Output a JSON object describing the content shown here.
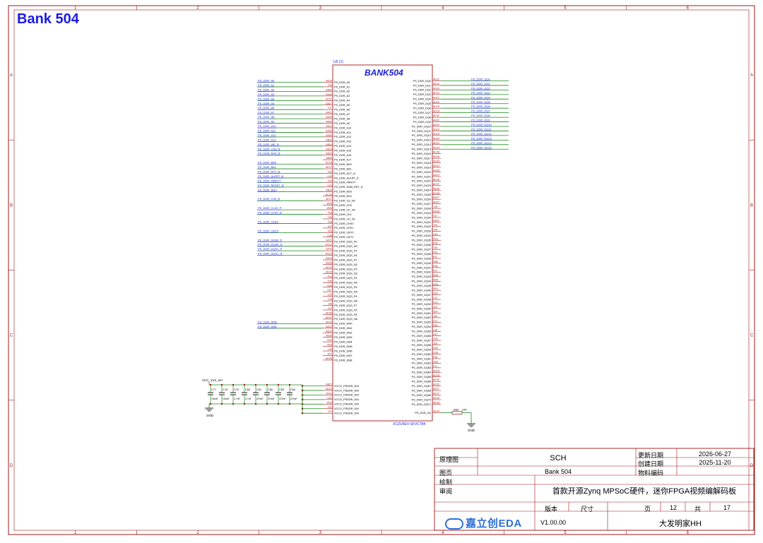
{
  "sheet_title": "Bank 504",
  "symbol": {
    "name": "BANK504",
    "ref": "U5 (1)",
    "part": "XCZU5EV-SFVC784"
  },
  "border": {
    "cols": [
      "1",
      "2",
      "3",
      "4",
      "5",
      "6"
    ],
    "rows": [
      "A",
      "B",
      "C",
      "D"
    ]
  },
  "left_pins": [
    {
      "net": "PS_DDR_A0",
      "num": "AE10",
      "pin": "PS_DDR_A0"
    },
    {
      "net": "PS_DDR_A1",
      "num": "Y26",
      "pin": "PS_DDR_A1"
    },
    {
      "net": "PS_DDR_A2",
      "num": "AB26",
      "pin": "PS_DDR_A2"
    },
    {
      "net": "PS_DDR_A3",
      "num": "AA26",
      "pin": "PS_DDR_A3"
    },
    {
      "net": "PS_DDR_A4",
      "num": "AC27",
      "pin": "PS_DDR_A4"
    },
    {
      "net": "PS_DDR_A5",
      "num": "AA27",
      "pin": "PS_DDR_A5"
    },
    {
      "net": "PS_DDR_A6",
      "num": "Y27",
      "pin": "PS_DDR_A6"
    },
    {
      "net": "PS_DDR_A7",
      "num": "AA23",
      "pin": "PS_DDR_A7"
    },
    {
      "net": "PS_DDR_A8",
      "num": "AA25",
      "pin": "PS_DDR_A8"
    },
    {
      "net": "PS_DDR_A9",
      "num": "AB28",
      "pin": "PS_DDR_A9"
    },
    {
      "net": "PS_DDR_A10",
      "num": "AA24",
      "pin": "PS_DDR_A10"
    },
    {
      "net": "PS_DDR_A11",
      "num": "AA28",
      "pin": "PS_DDR_A11"
    },
    {
      "net": "PS_DDR_A12",
      "num": "AA26",
      "pin": "PS_DDR_A12"
    },
    {
      "net": "PS_DDR_A13",
      "num": "AB26",
      "pin": "PS_DDR_A13"
    },
    {
      "net": "PS_DDR_WE_B",
      "num": "AB24",
      "pin": "PS_DDR_A14"
    },
    {
      "net": "PS_DDR_CAS_B",
      "num": "AA24",
      "pin": "PS_DDR_A15"
    },
    {
      "net": "PS_DDR_RAS_B",
      "num": "AB25",
      "pin": "PS_DDR_A16"
    },
    {
      "net": "",
      "num": "AB26",
      "pin": "PS_DDR_A17"
    },
    {
      "net": "PS_DDR_BA0",
      "num": "AC26",
      "pin": "PS_DDR_BA0"
    },
    {
      "net": "PS_DDR_BA1",
      "num": "AC27",
      "pin": "PS_DDR_BA1"
    },
    {
      "net": "PS_DDR_ACT_B",
      "num": "V23",
      "pin": "PS_DDR_ACT_N"
    },
    {
      "net": "PS_DDR_ALERT_B",
      "num": "U26",
      "pin": "PS_DDR_ALERT_N"
    },
    {
      "net": "PS_DDR_PARITY",
      "num": "V24",
      "pin": "PS_DDR_PARITY"
    },
    {
      "net": "PS_DDR_RESET_B",
      "num": "U23",
      "pin": "PS_DDR_RAM_RST_N"
    },
    {
      "net": "PS_DDR_BG0",
      "num": "AB24",
      "pin": "PS_DDR_BG0"
    },
    {
      "net": "",
      "num": "AC25",
      "pin": "PS_DDR_BG1"
    },
    {
      "net": "PS_DDR_CS0_B",
      "num": "AD27",
      "pin": "PS_DDR_CS_N0"
    },
    {
      "net": "",
      "num": "W25",
      "pin": "PS_DDR_CK0"
    },
    {
      "net": "PS_DDR_CLK0_P",
      "num": "W26",
      "pin": "PS_DDR_CK_N0"
    },
    {
      "net": "PS_DDR_CLK0_N",
      "num": "Y25",
      "pin": "PS_DDR_CK1"
    },
    {
      "net": "",
      "num": "Y26",
      "pin": "PS_DDR_CK_N1"
    },
    {
      "net": "PS_DDR_CKE0",
      "num": "V28",
      "pin": "PS_DDR_CKE0"
    },
    {
      "net": "",
      "num": "V27",
      "pin": "PS_DDR_CKE1"
    },
    {
      "net": "PS_DDR_ODT0",
      "num": "V26",
      "pin": "PS_DDR_ODT0"
    },
    {
      "net": "",
      "num": "U28",
      "pin": "PS_DDR_ODT1"
    },
    {
      "net": "PS_DDR_DQS0_P",
      "num": "AF21",
      "pin": "PS_DDR_DQS_P0"
    },
    {
      "net": "PS_DDR_DQS0_N",
      "num": "AG21",
      "pin": "PS_DDR_DQS_N0"
    },
    {
      "net": "PS_DDR_DQS1_P",
      "num": "AF23",
      "pin": "PS_DDR_DQS_P1"
    },
    {
      "net": "PS_DDR_DQS1_N",
      "num": "AG23",
      "pin": "PS_DDR_DQS_N1"
    },
    {
      "net": "",
      "num": "AE25",
      "pin": "PS_DDR_DQS_P2"
    },
    {
      "net": "",
      "num": "AE26",
      "pin": "PS_DDR_DQS_N2"
    },
    {
      "net": "",
      "num": "AC23",
      "pin": "PS_DDR_DQS_P3"
    },
    {
      "net": "",
      "num": "AD23",
      "pin": "PS_DDR_DQS_N3"
    },
    {
      "net": "",
      "num": "P24",
      "pin": "PS_DDR_DQS_P4"
    },
    {
      "net": "",
      "num": "P25",
      "pin": "PS_DDR_DQS_N4"
    },
    {
      "net": "",
      "num": "N26",
      "pin": "PS_DDR_DQS_P5"
    },
    {
      "net": "",
      "num": "N27",
      "pin": "PS_DDR_DQS_N5"
    },
    {
      "net": "",
      "num": "L24",
      "pin": "PS_DDR_DQS_P6"
    },
    {
      "net": "",
      "num": "L25",
      "pin": "PS_DDR_DQS_N6"
    },
    {
      "net": "",
      "num": "J26",
      "pin": "PS_DDR_DQS_P7"
    },
    {
      "net": "",
      "num": "J27",
      "pin": "PS_DDR_DQS_N7"
    },
    {
      "net": "",
      "num": "AH26",
      "pin": "PS_DDR_DQS_P8"
    },
    {
      "net": "",
      "num": "AH27",
      "pin": "PS_DDR_DQS_N8"
    },
    {
      "net": "PS_DDR_DM0",
      "num": "AD20",
      "pin": "PS_DDR_DM0"
    },
    {
      "net": "PS_DDR_DM1",
      "num": "AE22",
      "pin": "PS_DDR_DM1"
    },
    {
      "net": "",
      "num": "AE24",
      "pin": "PS_DDR_DM2"
    },
    {
      "net": "",
      "num": "AE28",
      "pin": "PS_DDR_DM3"
    },
    {
      "net": "",
      "num": "R24",
      "pin": "PS_DDR_DM4"
    },
    {
      "net": "",
      "num": "N25",
      "pin": "PS_DDR_DM5"
    },
    {
      "net": "",
      "num": "L26",
      "pin": "PS_DDR_DM6"
    },
    {
      "net": "",
      "num": "K27",
      "pin": "PS_DDR_DM7"
    },
    {
      "net": "",
      "num": "AH25",
      "pin": "PS_DDR_DM8"
    }
  ],
  "vcc_pins": [
    {
      "num": "AB22",
      "pin": "VCCO_PSDDR_504"
    },
    {
      "num": "AD23",
      "pin": "VCCO_PSDDR_504"
    },
    {
      "num": "AF23",
      "pin": "VCCO_PSDDR_504"
    },
    {
      "num": "U22",
      "pin": "VCCO_PSDDR_504"
    },
    {
      "num": "W25",
      "pin": "VCCO_PSDDR_504"
    },
    {
      "num": "Y22",
      "pin": "VCCO_PSDDR_504"
    },
    {
      "num": "Y27",
      "pin": "VCCO_PSDDR_504"
    }
  ],
  "right_pins": [
    {
      "pin": "PS_DDR_DQ0",
      "num": "AD21",
      "net": "PS_DDR_DQ0"
    },
    {
      "pin": "PS_DDR_DQ1",
      "num": "AE20",
      "net": "PS_DDR_DQ1"
    },
    {
      "pin": "PS_DDR_DQ2",
      "num": "AD20",
      "net": "PS_DDR_DQ2"
    },
    {
      "pin": "PS_DDR_DQ3",
      "num": "AF20",
      "net": "PS_DDR_DQ3"
    },
    {
      "pin": "PS_DDR_DQ4",
      "num": "AH21",
      "net": "PS_DDR_DQ4"
    },
    {
      "pin": "PS_DDR_DQ5",
      "num": "AH20",
      "net": "PS_DDR_DQ5"
    },
    {
      "pin": "PS_DDR_DQ6",
      "num": "AH19",
      "net": "PS_DDR_DQ6"
    },
    {
      "pin": "PS_DDR_DQ7",
      "num": "AG19",
      "net": "PS_DDR_DQ7"
    },
    {
      "pin": "PS_DDR_DQ8",
      "num": "AF22",
      "net": "PS_DDR_DQ8"
    },
    {
      "pin": "PS_DDR_DQ9",
      "num": "AH22",
      "net": "PS_DDR_DQ9"
    },
    {
      "pin": "PS_DDR_DQ10",
      "num": "AE22",
      "net": "PS_DDR_DQ10"
    },
    {
      "pin": "PS_DDR_DQ11",
      "num": "AD22",
      "net": "PS_DDR_DQ11"
    },
    {
      "pin": "PS_DDR_DQ12",
      "num": "AH23",
      "net": "PS_DDR_DQ12"
    },
    {
      "pin": "PS_DDR_DQ13",
      "num": "AH24",
      "net": "PS_DDR_DQ13"
    },
    {
      "pin": "PS_DDR_DQ14",
      "num": "AE24",
      "net": "PS_DDR_DQ14"
    },
    {
      "pin": "PS_DDR_DQ15",
      "num": "AG24",
      "net": "PS_DDR_DQ15"
    },
    {
      "pin": "PS_DDR_DQ16",
      "num": "AC26",
      "net": ""
    },
    {
      "pin": "PS_DDR_DQ17",
      "num": "AD26",
      "net": ""
    },
    {
      "pin": "PS_DDR_DQ18",
      "num": "AD25",
      "net": ""
    },
    {
      "pin": "PS_DDR_DQ19",
      "num": "AD24",
      "net": ""
    },
    {
      "pin": "PS_DDR_DQ20",
      "num": "AG28",
      "net": ""
    },
    {
      "pin": "PS_DDR_DQ21",
      "num": "AG27",
      "net": ""
    },
    {
      "pin": "PS_DDR_DQ22",
      "num": "AF28",
      "net": ""
    },
    {
      "pin": "PS_DDR_DQ23",
      "num": "AF27",
      "net": ""
    },
    {
      "pin": "PS_DDR_DQ24",
      "num": "AB28",
      "net": ""
    },
    {
      "pin": "PS_DDR_DQ25",
      "num": "AC28",
      "net": ""
    },
    {
      "pin": "PS_DDR_DQ26",
      "num": "AB27",
      "net": ""
    },
    {
      "pin": "PS_DDR_DQ27",
      "num": "AD27",
      "net": ""
    },
    {
      "pin": "PS_DDR_DQ28",
      "num": "Y28",
      "net": ""
    },
    {
      "pin": "PS_DDR_DQ29",
      "num": "AA28",
      "net": ""
    },
    {
      "pin": "PS_DDR_DQ30",
      "num": "Y27",
      "net": ""
    },
    {
      "pin": "PS_DDR_DQ31",
      "num": "AA27",
      "net": ""
    },
    {
      "pin": "PS_DDR_DQ32",
      "num": "T23",
      "net": ""
    },
    {
      "pin": "PS_DDR_DQ33",
      "num": "T24",
      "net": ""
    },
    {
      "pin": "PS_DDR_DQ34",
      "num": "U24",
      "net": ""
    },
    {
      "pin": "PS_DDR_DQ35",
      "num": "R23",
      "net": ""
    },
    {
      "pin": "PS_DDR_DQ36",
      "num": "R26",
      "net": ""
    },
    {
      "pin": "PS_DDR_DQ37",
      "num": "T26",
      "net": ""
    },
    {
      "pin": "PS_DDR_DQ38",
      "num": "P26",
      "net": ""
    },
    {
      "pin": "PS_DDR_DQ39",
      "num": "R27",
      "net": ""
    },
    {
      "pin": "PS_DDR_DQ40",
      "num": "N28",
      "net": ""
    },
    {
      "pin": "PS_DDR_DQ41",
      "num": "P28",
      "net": ""
    },
    {
      "pin": "PS_DDR_DQ42",
      "num": "P27",
      "net": ""
    },
    {
      "pin": "PS_DDR_DQ43",
      "num": "M28",
      "net": ""
    },
    {
      "pin": "PS_DDR_DQ44",
      "num": "M25",
      "net": ""
    },
    {
      "pin": "PS_DDR_DQ45",
      "num": "M26",
      "net": ""
    },
    {
      "pin": "PS_DDR_DQ46",
      "num": "M24",
      "net": ""
    },
    {
      "pin": "PS_DDR_DQ47",
      "num": "N24",
      "net": ""
    },
    {
      "pin": "PS_DDR_DQ48",
      "num": "L23",
      "net": ""
    },
    {
      "pin": "PS_DDR_DQ49",
      "num": "K23",
      "net": ""
    },
    {
      "pin": "PS_DDR_DQ50",
      "num": "J24",
      "net": ""
    },
    {
      "pin": "PS_DDR_DQ51",
      "num": "K24",
      "net": ""
    },
    {
      "pin": "PS_DDR_DQ52",
      "num": "J25",
      "net": ""
    },
    {
      "pin": "PS_DDR_DQ53",
      "num": "L27",
      "net": ""
    },
    {
      "pin": "PS_DDR_DQ54",
      "num": "K28",
      "net": ""
    },
    {
      "pin": "PS_DDR_DQ55",
      "num": "L28",
      "net": ""
    },
    {
      "pin": "PS_DDR_DQ56",
      "num": "H27",
      "net": ""
    },
    {
      "pin": "PS_DDR_DQ57",
      "num": "H28",
      "net": ""
    },
    {
      "pin": "PS_DDR_DQ58",
      "num": "J28",
      "net": ""
    },
    {
      "pin": "PS_DDR_DQ59",
      "num": "H26",
      "net": ""
    },
    {
      "pin": "PS_DDR_DQ60",
      "num": "G28",
      "net": ""
    },
    {
      "pin": "PS_DDR_DQ61",
      "num": "F28",
      "net": ""
    },
    {
      "pin": "PS_DDR_DQ62",
      "num": "G26",
      "net": ""
    },
    {
      "pin": "PS_DDR_DQ63",
      "num": "F27",
      "net": ""
    },
    {
      "pin": "PS_DDR_DQ64",
      "num": "AG25",
      "net": ""
    },
    {
      "pin": "PS_DDR_DQ65",
      "num": "AG26",
      "net": ""
    },
    {
      "pin": "PS_DDR_DQ66",
      "num": "AF25",
      "net": ""
    },
    {
      "pin": "PS_DDR_DQ67",
      "num": "AF26",
      "net": ""
    },
    {
      "pin": "PS_DDR_DQ68",
      "num": "AE27",
      "net": ""
    },
    {
      "pin": "PS_DDR_DQ69",
      "num": "AF27",
      "net": ""
    },
    {
      "pin": "PS_DDR_DQ70",
      "num": "AE28",
      "net": ""
    },
    {
      "pin": "PS_DDR_DQ71",
      "num": "AD28",
      "net": ""
    }
  ],
  "zq": {
    "pin": "PS_DDR_ZQ",
    "num": "AD24",
    "res_ref": "R60",
    "res_val": "240"
  },
  "power": {
    "net": "VCC_1V2_SH",
    "gnd": "GND",
    "caps": [
      {
        "ref": "C77",
        "val": "100uF"
      },
      {
        "ref": "C78",
        "val": "100uF"
      },
      {
        "ref": "C79",
        "val": "4.7uF"
      },
      {
        "ref": "C80",
        "val": "4.7uF"
      },
      {
        "ref": "C81",
        "val": "470nF"
      },
      {
        "ref": "C82",
        "val": "470nF"
      },
      {
        "ref": "C83",
        "val": "470nF"
      },
      {
        "ref": "C84",
        "val": "470nF"
      }
    ]
  },
  "title_block": {
    "label_schematic": "原理图",
    "schematic_value": "SCH",
    "label_page": "图页",
    "page_value": "Bank 504",
    "label_drawn": "绘制",
    "label_review": "审阅",
    "label_update": "更新日期",
    "update_date": "2026-06-27",
    "label_create": "创建日期",
    "create_date": "2025-11-20",
    "label_material": "物料编码",
    "project_name": "首款开源Zynq MPSoC硬件，迷你FPGA视频编解码板",
    "label_version": "版本",
    "label_size": "尺寸",
    "label_sheet": "页",
    "sheet_no": "12",
    "label_total": "共",
    "total_no": "17",
    "version_value": "V1.00.00",
    "author": "大发明家HH",
    "logo_text": "嘉立创EDA"
  },
  "colors": {
    "border": "#a01818",
    "wire": "#1a8a1a",
    "label": "#1a1ae6",
    "pin_text": "#a01818",
    "body_text": "#000000"
  }
}
